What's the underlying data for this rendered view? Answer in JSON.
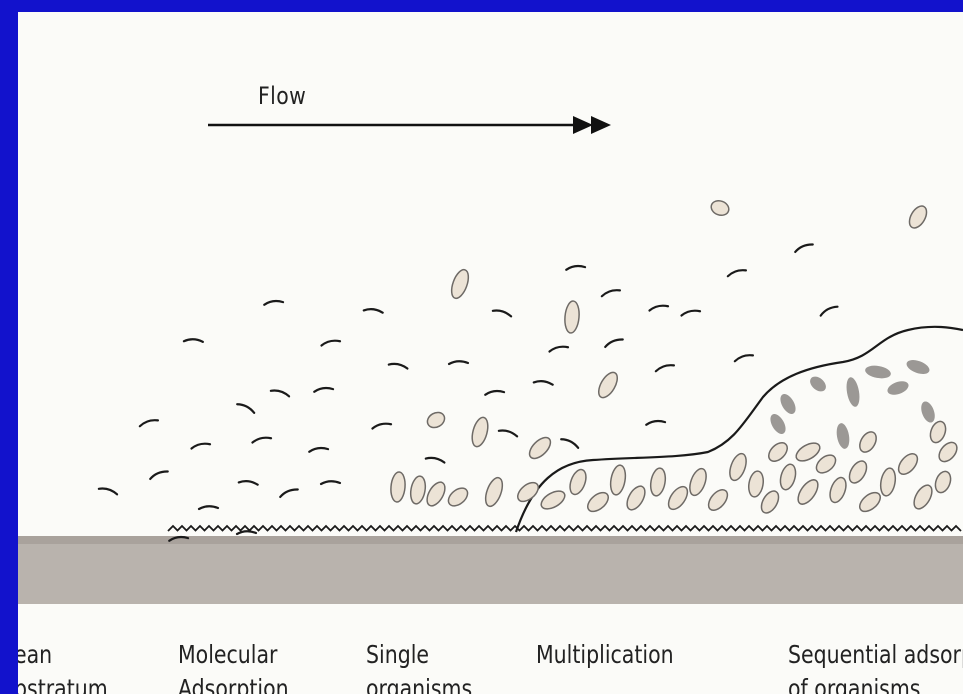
{
  "flow_label": "Flow",
  "stages": [
    {
      "line1": "ean",
      "line2": "bstratum"
    },
    {
      "line1": "Molecular",
      "line2": "Adsorption"
    },
    {
      "line1": "Single",
      "line2": "organisms"
    },
    {
      "line1": "Multiplication",
      "line2": ""
    },
    {
      "line1": "Sequential adsorptio",
      "line2": "of organisms"
    }
  ],
  "colors": {
    "slide_background": "#1212cc",
    "figure_background": "#fbfbf8",
    "substratum": "#b9b3ad",
    "cell_fill": "#ece3d6",
    "dark_cell_fill": "#8a8684",
    "ink": "#1a1a1a"
  }
}
